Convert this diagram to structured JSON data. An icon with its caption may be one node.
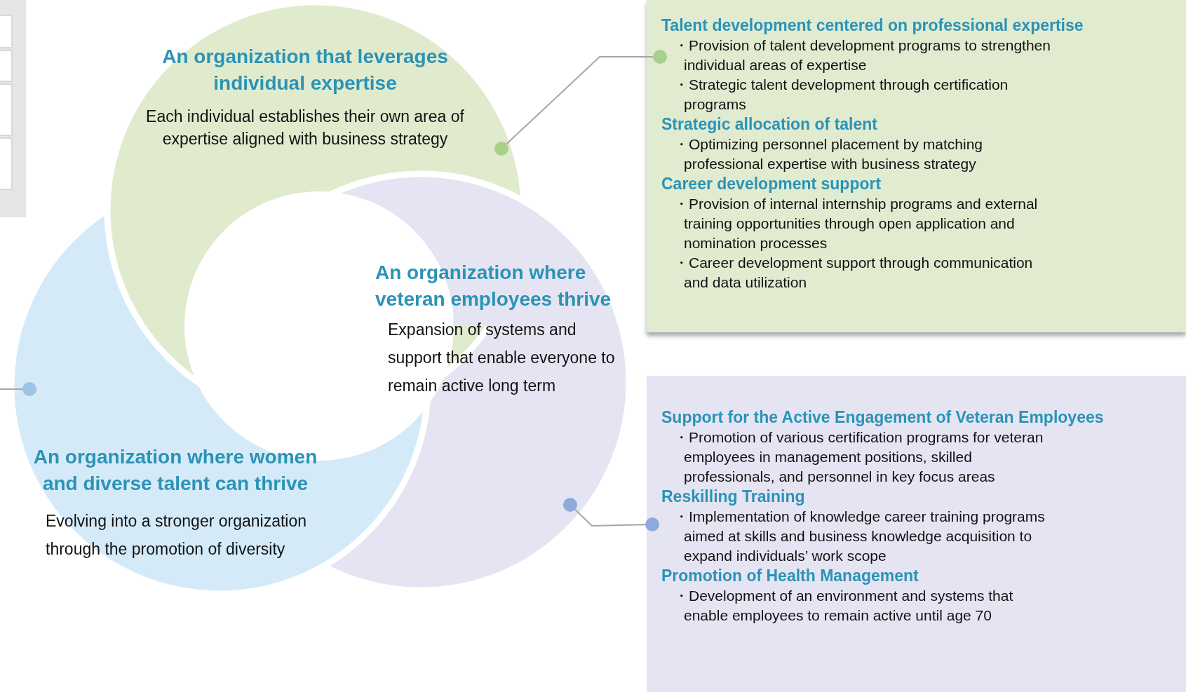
{
  "diagram": {
    "nodes": [
      {
        "text": [
          "An organization that leverages individual expertise",
          "Each individual establishes their own area of expertise aligned with business strategy"
        ]
      },
      {
        "text": [
          "Talent development centered on professional expertise",
          "・Provision of talent development programs to strengthen individual areas of expertise",
          "・Strategic talent development through certification programs",
          "Strategic allocation of talent",
          "・Optimizing personnel placement by matching professional expertise with business strategy",
          "Career development support",
          "・Provision of internal internship programs and external training opportunities through open application and nomination processes",
          "・Career development support through communication and data utilization"
        ]
      },
      {
        "text": [
          "An organization where veteran employees thrive",
          "Expansion of systems and support that enable everyone to remain active long term"
        ]
      },
      {
        "text": [
          "An organization where women and diverse talent can thrive",
          "Evolving into a stronger organization through the promotion of diversity"
        ]
      },
      {
        "text": [
          "Support for the Active Engagement of Veteran Employees",
          "・Promotion of various certification programs for veteran employees in management positions, skilled professionals, and personnel in key focus areas",
          "Reskilling Training",
          "・Implementation of knowledge career training programs aimed at skills and business knowledge acquisition to expand individuals’ work scope",
          "Promotion of Health Management",
          "・Development of an environment and systems that enable employees to remain active until age 70"
        ]
      },
      {
        "text": [],
        "shape": "circle"
      },
      {
        "text": [],
        "shape": "circle",
        "in": 1
      },
      {
        "text": [],
        "shape": "circle"
      },
      {
        "text": [],
        "shape": "circle",
        "in": 4
      },
      {
        "text": [],
        "shape": "circle"
      }
    ],
    "edges": [
      {
        "from": 5,
        "to": 6,
        "arrow": "none"
      },
      {
        "from": 7,
        "to": 8,
        "arrow": "none"
      },
      {
        "from": 9,
        "to": null,
        "arrow": "none"
      }
    ]
  }
}
